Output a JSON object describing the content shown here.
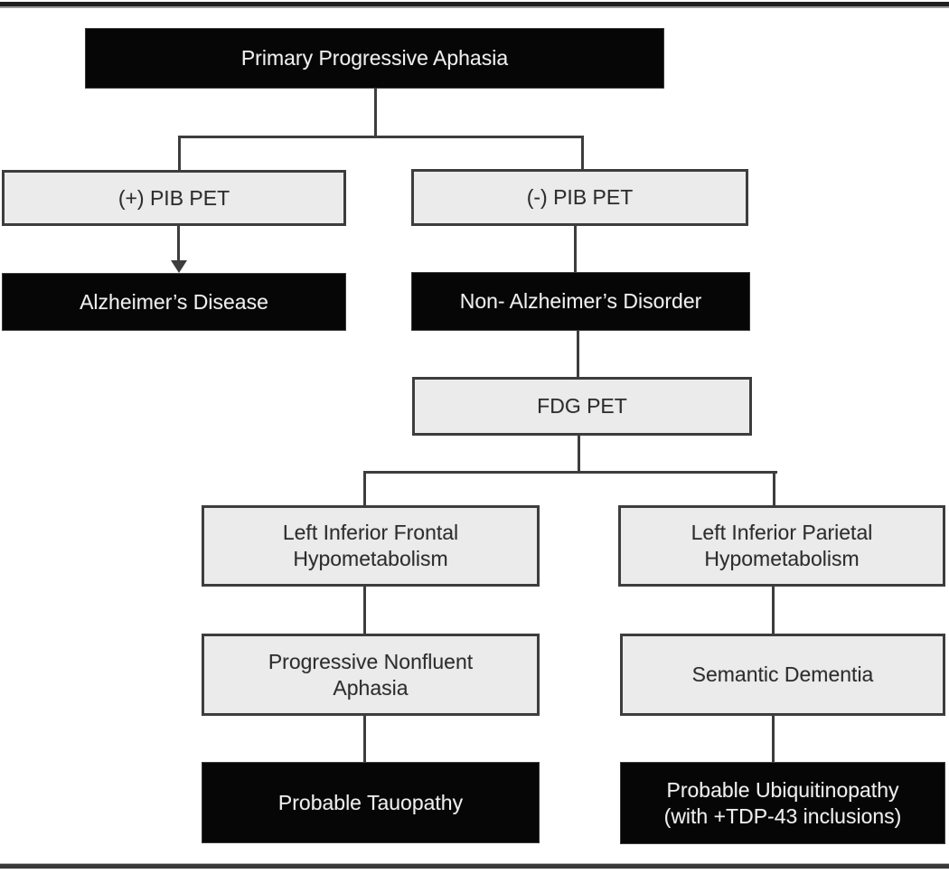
{
  "colors": {
    "background": "#ffffff",
    "rule-dark": "#1f1f1f",
    "rule-bottom": "#3a3a3a",
    "node-black-bg": "#060606",
    "node-black-text": "#efefef",
    "node-gray-bg": "#ebebeb",
    "node-gray-text": "#2d2d2d",
    "node-border": "#3d3d3d",
    "connector": "#3d3d3d"
  },
  "diagram": {
    "type": "flowchart",
    "nodes": {
      "ppa": {
        "label": "Primary Progressive Aphasia",
        "style": "black"
      },
      "pib_pos": {
        "label": "(+) PIB PET",
        "style": "gray"
      },
      "pib_neg": {
        "label": "(-) PIB PET",
        "style": "gray"
      },
      "alzheimers": {
        "label": "Alzheimer’s Disease",
        "style": "black"
      },
      "non_alzheimers": {
        "label": "Non- Alzheimer’s Disorder",
        "style": "black"
      },
      "fdg": {
        "label": "FDG PET",
        "style": "gray"
      },
      "left_inferior_frontal": {
        "label": "Left Inferior Frontal\nHypometabolism",
        "style": "gray"
      },
      "left_inferior_parietal": {
        "label": "Left Inferior Parietal\nHypometabolism",
        "style": "gray"
      },
      "pnfa": {
        "label": "Progressive Nonfluent\nAphasia",
        "style": "gray"
      },
      "semantic_dementia": {
        "label": "Semantic Dementia",
        "style": "gray"
      },
      "tauopathy": {
        "label": "Probable Tauopathy",
        "style": "black"
      },
      "ubiquitinopathy": {
        "label": "Probable Ubiquitinopathy\n(with +TDP-43 inclusions)",
        "style": "black"
      }
    },
    "edges": [
      {
        "from": "ppa",
        "to": "pib_pos",
        "arrow": false
      },
      {
        "from": "ppa",
        "to": "pib_neg",
        "arrow": false
      },
      {
        "from": "pib_pos",
        "to": "alzheimers",
        "arrow": true
      },
      {
        "from": "pib_neg",
        "to": "non_alzheimers",
        "arrow": false
      },
      {
        "from": "non_alzheimers",
        "to": "fdg",
        "arrow": false
      },
      {
        "from": "fdg",
        "to": "left_inferior_frontal",
        "arrow": false
      },
      {
        "from": "fdg",
        "to": "left_inferior_parietal",
        "arrow": false
      },
      {
        "from": "left_inferior_frontal",
        "to": "pnfa",
        "arrow": false
      },
      {
        "from": "left_inferior_parietal",
        "to": "semantic_dementia",
        "arrow": false
      },
      {
        "from": "pnfa",
        "to": "tauopathy",
        "arrow": false
      },
      {
        "from": "semantic_dementia",
        "to": "ubiquitinopathy",
        "arrow": false
      }
    ]
  }
}
